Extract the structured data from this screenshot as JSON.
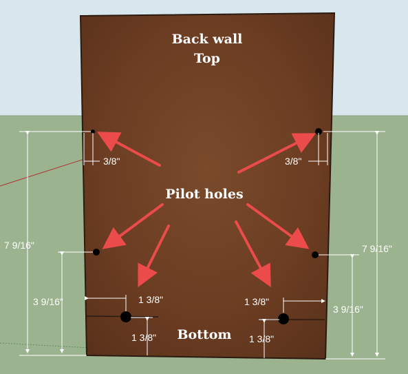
{
  "board": {
    "top_line1": "Back wall",
    "top_line2": "Top",
    "center_label": "Pilot holes",
    "bottom_label": "Bottom",
    "wood_color": "#6b3d22",
    "sky_color": "#cfe1ea",
    "grass_color": "#9bb48f"
  },
  "dimensions": {
    "left_inset": "3/8\"",
    "right_inset": "3/8\"",
    "left_total_height": "7 9/16\"",
    "right_total_height": "7 9/16\"",
    "left_mid_height": "3 9/16\"",
    "right_mid_height": "3 9/16\"",
    "bottom_left_horizontal": "1 3/8\"",
    "bottom_left_vertical": "1 3/8\"",
    "bottom_right_horizontal": "1 3/8\"",
    "bottom_right_vertical": "1 3/8\""
  },
  "arrow_color": "#ec4b4b",
  "hole_color": "#000000"
}
